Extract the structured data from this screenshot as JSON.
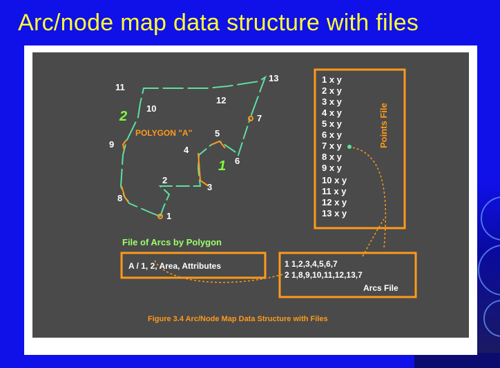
{
  "slide": {
    "title": "Arc/node map data structure with files"
  },
  "diagram": {
    "node_labels": [
      "1",
      "2",
      "3",
      "4",
      "5",
      "6",
      "7",
      "8",
      "9",
      "10",
      "11",
      "12",
      "13"
    ],
    "polygon_labels": {
      "two": "2",
      "one": "1"
    },
    "polygon_a_label": "POLYGON \"A\"",
    "points_file": {
      "title": "Points File",
      "rows": [
        "1 x y",
        "2 x y",
        "3 x y",
        "4 x y",
        "5 x y",
        "6 x y",
        "7 x y",
        "8 x y",
        "9 x y",
        "10 x y",
        "11 x y",
        "12 x y",
        "13 x y"
      ]
    },
    "polygon_file": {
      "title": "File of Arcs by Polygon",
      "record": "A / 1, 2, Area, Attributes"
    },
    "arcs_file": {
      "title": "Arcs File",
      "rows": [
        "1 1,2,3,4,5,6,7",
        "2 1,8,9,10,11,12,13,7"
      ]
    },
    "caption": "Figure 3.4  Arc/Node Map Data Structure with Files"
  },
  "colors": {
    "background": "#1010e8",
    "title": "#ffff33",
    "panel": "#4a4a4a",
    "accent_orange": "#ff9a1a",
    "arc_green": "#5fe0a0"
  }
}
